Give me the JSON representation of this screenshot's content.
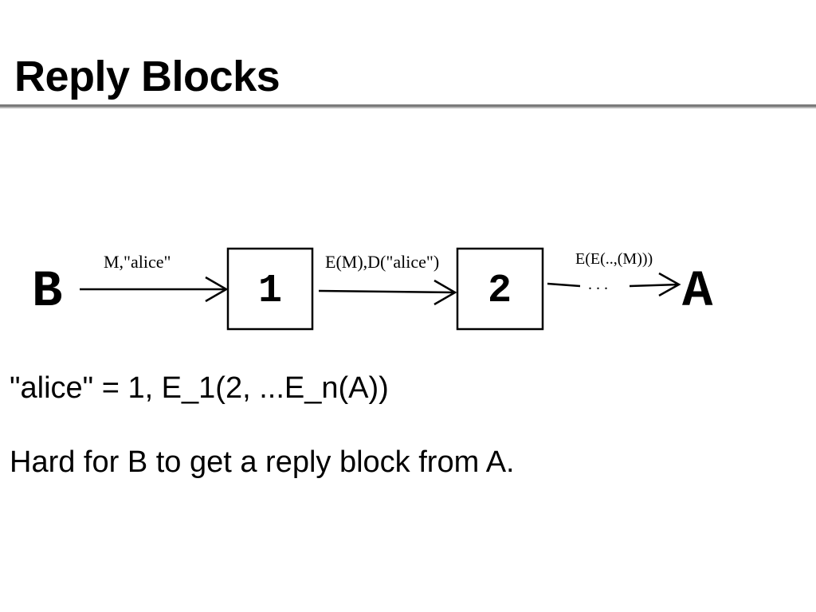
{
  "slide": {
    "title": "Reply Blocks"
  },
  "diagram": {
    "nodes": {
      "sender": "B",
      "box1": "1",
      "box2": "2",
      "receiver": "A"
    },
    "edges": {
      "b_to_1": "M,\"alice\"",
      "1_to_2": "E(M),D(\"alice\")",
      "2_to_a": "E(E(..,(M)))",
      "ellipsis": ". . ."
    }
  },
  "body": {
    "line1": "\"alice\" = 1, E_1(2, ...E_n(A))",
    "line2": "Hard for B to get a reply block from A."
  }
}
